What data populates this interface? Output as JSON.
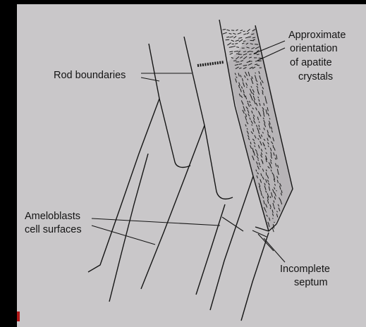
{
  "labels": {
    "rod_boundaries": "Rod boundaries",
    "crystals_line1": "Approximate",
    "crystals_line2": "orientation",
    "crystals_line3": "of apatite",
    "crystals_line4": "crystals",
    "ameloblasts_line1": "Ameloblasts",
    "ameloblasts_line2": "cell surfaces",
    "septum_line1": "Incomplete",
    "septum_line2": "septum"
  },
  "colors": {
    "paper": "#c9c7c9",
    "ink": "#151515",
    "background": "#000000",
    "edge_mark": "#b01818"
  }
}
